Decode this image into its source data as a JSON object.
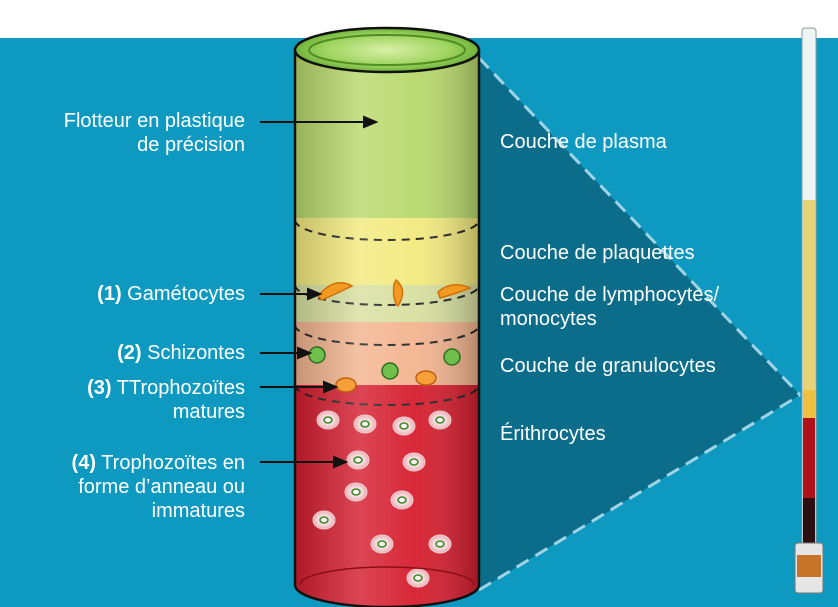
{
  "colors": {
    "background": "#0e9ac0",
    "plasma": "#b9d96c",
    "platelets": "#f2ea7e",
    "lymphocytes": "#d7e0a0",
    "granulocytes": "#f3b48f",
    "erythrocytes": "#d51d2e",
    "float_top": "#8fcf4f"
  },
  "left_labels": [
    {
      "number": "",
      "lines": [
        "Flotteur en plastique",
        "de précision"
      ]
    },
    {
      "number": "(1)",
      "lines": [
        "Gamétocytes"
      ]
    },
    {
      "number": "(2)",
      "lines": [
        "Schizontes"
      ]
    },
    {
      "number": "(3)",
      "lines": [
        "TTrophozoïtes",
        "matures"
      ]
    },
    {
      "number": "(4)",
      "lines": [
        "Trophozoïtes en",
        "forme d’anneau ou",
        "immatures"
      ]
    }
  ],
  "right_labels": {
    "plasma": "Couche de plasma",
    "platelets": "Couche de plaquettes",
    "lymphocytes_line1": "Couche de lymphocytes/",
    "lymphocytes_line2": "monocytes",
    "granulocytes": "Couche de granulocytes",
    "erythrocytes": "Érithrocytes"
  }
}
